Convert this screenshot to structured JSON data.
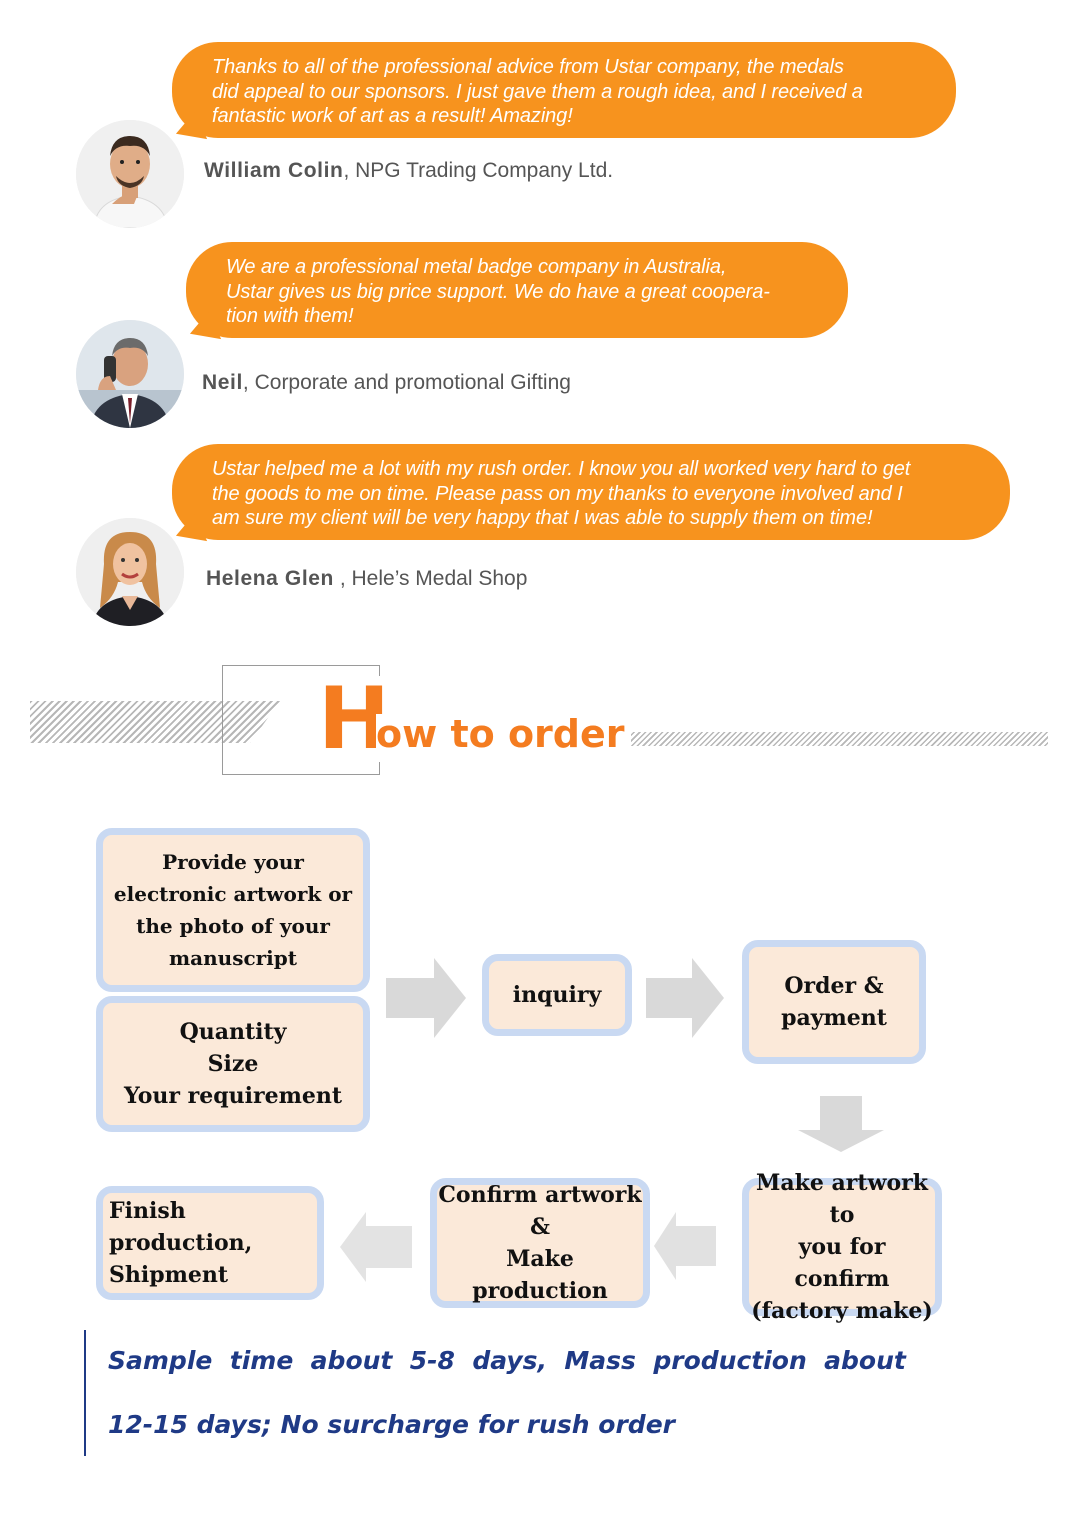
{
  "testimonials": [
    {
      "quote_lines": [
        "Thanks to all of the professional advice from Ustar company, the medals",
        "did appeal to our sponsors. I just gave them a rough idea, and I received a",
        "fantastic work of art as a result! Amazing!"
      ],
      "name": "William Colin",
      "sep": ", ",
      "company": "NPG Trading Company Ltd."
    },
    {
      "quote_lines": [
        "We are a professional metal badge company in Australia,",
        "Ustar gives us big price support. We do have a great coopera-",
        "tion with them!"
      ],
      "name": "Neil",
      "sep": ", ",
      "company": "Corporate and promotional Gifting"
    },
    {
      "quote_lines": [
        "Ustar helped me a lot with my rush order. I know you all worked very hard to get",
        "the goods to me on time. Please pass on my thanks to everyone involved and I",
        "am sure my client will be very happy that I was able to supply them on time!"
      ],
      "name": "Helena Glen",
      "sep": " , ",
      "company": "Hele’s Medal Shop"
    }
  ],
  "section_title": {
    "initial": "H",
    "rest": "ow to order"
  },
  "steps": {
    "artwork": "Provide your\nelectronic artwork or\nthe photo of your\nmanuscript",
    "quantity": "Quantity\nSize\nYour requirement",
    "inquiry": "inquiry",
    "order": "Order &\npayment",
    "make_artwork": "Make artwork to\nyou for confirm\n(factory make)",
    "confirm": "Confirm artwork &\nMake production",
    "finish": "Finish production,\nShipment"
  },
  "footer": {
    "line1": "Sample  time  about  5-8  days,  Mass  production  about",
    "line2": "12-15 days; No surcharge for rush order"
  },
  "colors": {
    "accent": "#f47c20",
    "bubble": "#f7931e",
    "box_fill": "#fbe9d9",
    "box_border": "#c9d9f2",
    "footer_text": "#1f3a86"
  }
}
